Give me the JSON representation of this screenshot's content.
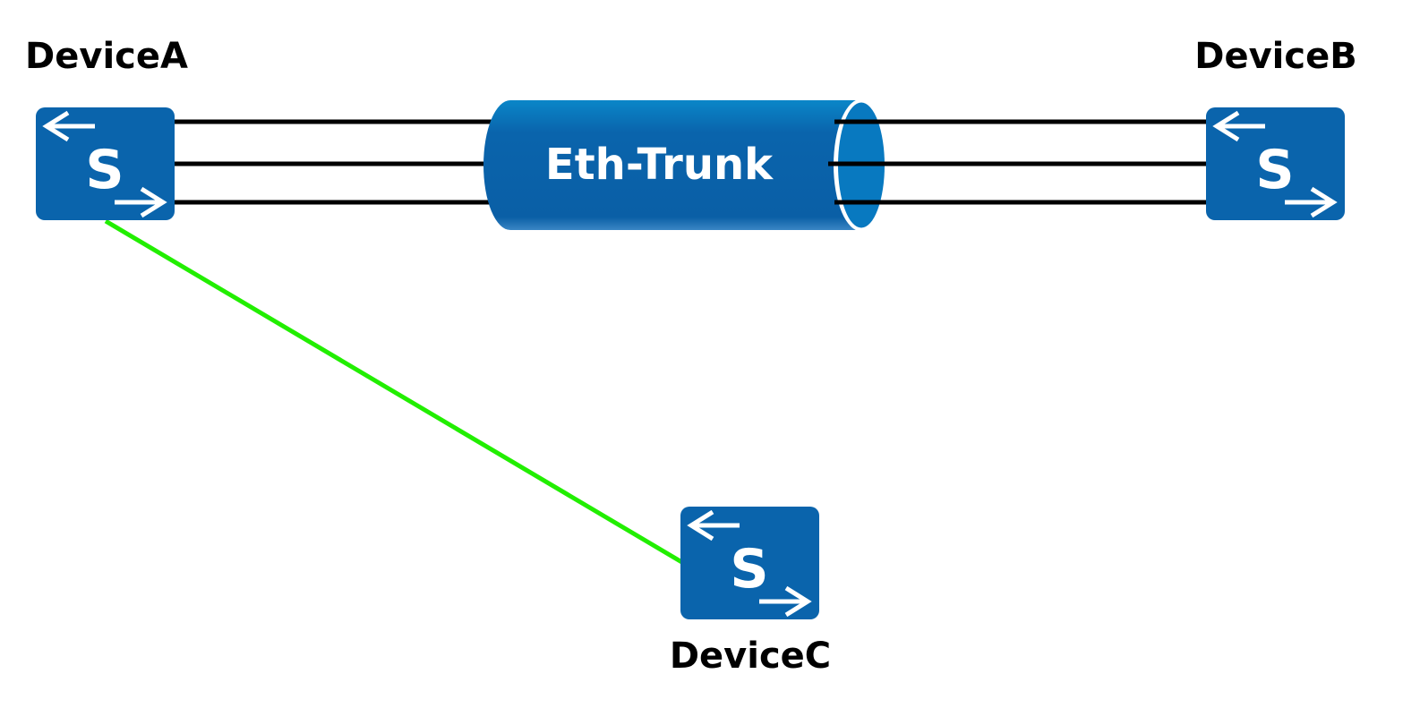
{
  "devices": {
    "a": {
      "label": "DeviceA",
      "icon": "switch-icon"
    },
    "b": {
      "label": "DeviceB",
      "icon": "switch-icon"
    },
    "c": {
      "label": "DeviceC",
      "icon": "switch-icon"
    }
  },
  "switch_glyph": "S",
  "trunk": {
    "label": "Eth-Trunk",
    "member_links": 3
  },
  "colors": {
    "switch_fill": "#0a64ac",
    "trunk_fill": "#0a64ac",
    "trunk_end": "#0879c0",
    "trunk_link": "#000000",
    "access_link": "#22ee00",
    "label_text": "#000000"
  }
}
